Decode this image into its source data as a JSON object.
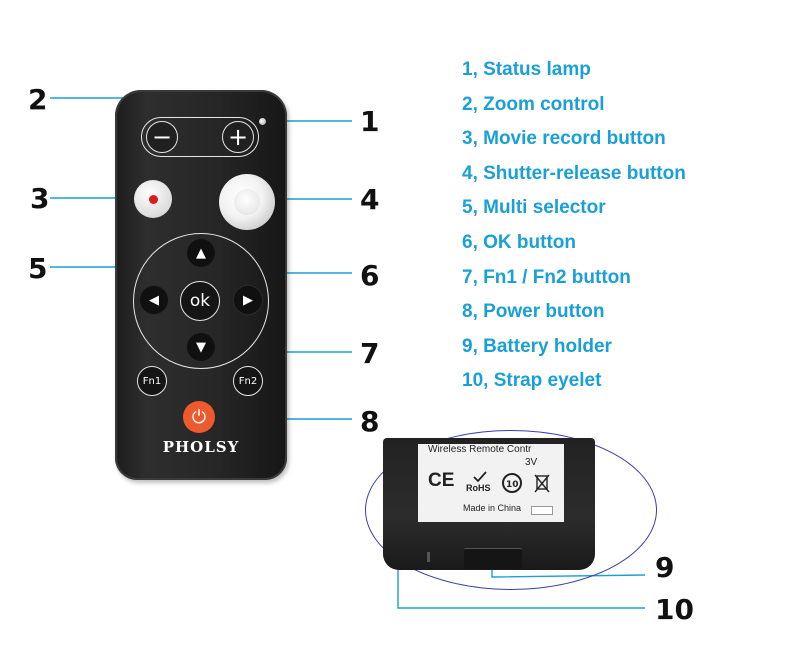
{
  "legend": [
    "1, Status lamp",
    "2, Zoom control",
    "3, Movie record button",
    "4, Shutter-release button",
    "5, Multi selector",
    "6, OK button",
    "7, Fn1 / Fn2 button",
    "8, Power button",
    "9, Battery holder",
    "10, Strap eyelet"
  ],
  "callouts": {
    "c1": "1",
    "c2": "2",
    "c3": "3",
    "c4": "4",
    "c5": "5",
    "c6": "6",
    "c7": "7",
    "c8": "8",
    "c9": "9",
    "c10": "10"
  },
  "remote": {
    "brand": "PHOLSY",
    "zoom_minus": "−",
    "zoom_plus": "+",
    "up_arrow": "▲",
    "left_arrow": "◀",
    "right_arrow": "▶",
    "down_arrow": "▼",
    "ok_label": "ok",
    "fn1_label": "Fn1",
    "fn2_label": "Fn2",
    "power_icon": "⏻"
  },
  "back_view": {
    "header_text": "Wireless Remote Contr",
    "voltage": "3V",
    "ce_mark": "CE",
    "rohs_mark": "RoHS",
    "made_in": "Made in China"
  },
  "colors": {
    "legend_text": "#1a9fd6",
    "leader_line": "#1a9fd6",
    "oval_outline": "#3b3fa8",
    "power_button": "#ec5a2d",
    "record_dot": "#e01a1a"
  }
}
